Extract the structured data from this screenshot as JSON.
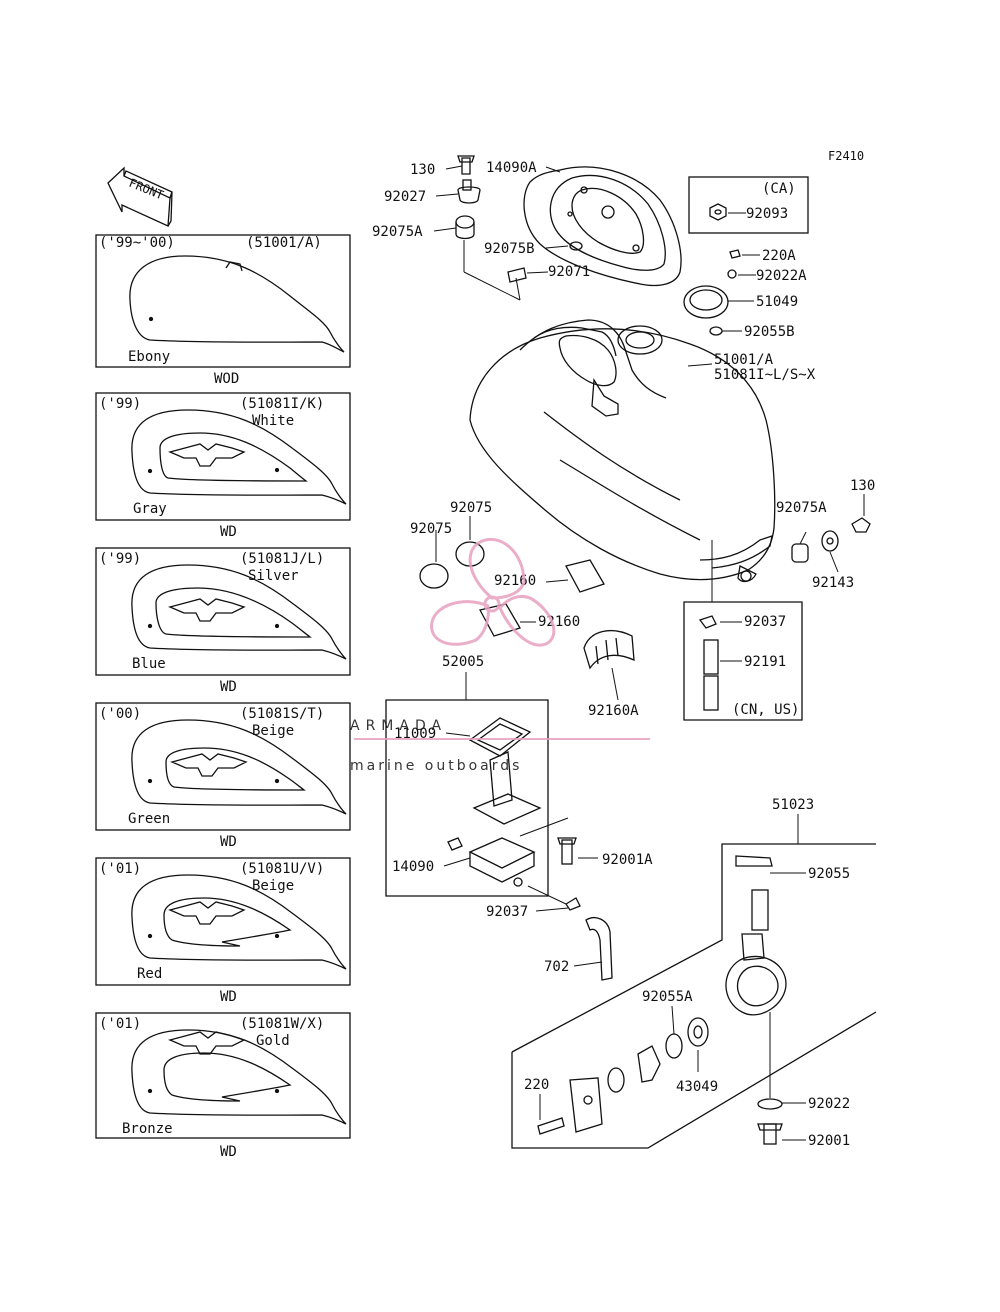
{
  "figure_id": "F2410",
  "front_label": "FRONT",
  "variants": [
    {
      "years": "('99~'00)",
      "part": "(51001/A)",
      "color_top": "",
      "color_bottom": "Ebony",
      "code": "WOD"
    },
    {
      "years": "('99)",
      "part": "(51081I/K)",
      "color_top": "White",
      "color_bottom": "Gray",
      "code": "WD"
    },
    {
      "years": "('99)",
      "part": "(51081J/L)",
      "color_top": "Silver",
      "color_bottom": "Blue",
      "code": "WD"
    },
    {
      "years": "('00)",
      "part": "(51081S/T)",
      "color_top": "Beige",
      "color_bottom": "Green",
      "code": "WD"
    },
    {
      "years": "('01)",
      "part": "(51081U/V)",
      "color_top": "Beige",
      "color_bottom": "Red",
      "code": "WD"
    },
    {
      "years": "('01)",
      "part": "(51081W/X)",
      "color_top": "Gold",
      "color_bottom": "Bronze",
      "code": "WD"
    }
  ],
  "parts": {
    "p130a": "130",
    "p14090A": "14090A",
    "p92027": "92027",
    "p92075A": "92075A",
    "p92075B": "92075B",
    "p92071": "92071",
    "ca_label": "(CA)",
    "p92093": "92093",
    "p220A": "220A",
    "p92022A": "92022A",
    "p51049": "51049",
    "p92055B": "92055B",
    "p51001A": "51001/A",
    "p51081": "51081I~L/S~X",
    "p130b": "130",
    "p92075A2": "92075A",
    "p92143": "92143",
    "p92075a": "92075",
    "p92075b": "92075",
    "p92160a": "92160",
    "p92160b": "92160",
    "p92160A": "92160A",
    "p92037a": "92037",
    "p92191": "92191",
    "cn_us": "(CN, US)",
    "p52005": "52005",
    "p11009": "11009",
    "p14090": "14090",
    "p92001A": "92001A",
    "p92037b": "92037",
    "p702": "702",
    "p51023": "51023",
    "p92055": "92055",
    "p92055A": "92055A",
    "p43049": "43049",
    "p220": "220",
    "p92022": "92022",
    "p92001": "92001"
  },
  "watermark": {
    "brand": "ARMADA",
    "tagline": "marine outboards",
    "accent_color": "#e8a0c0"
  }
}
